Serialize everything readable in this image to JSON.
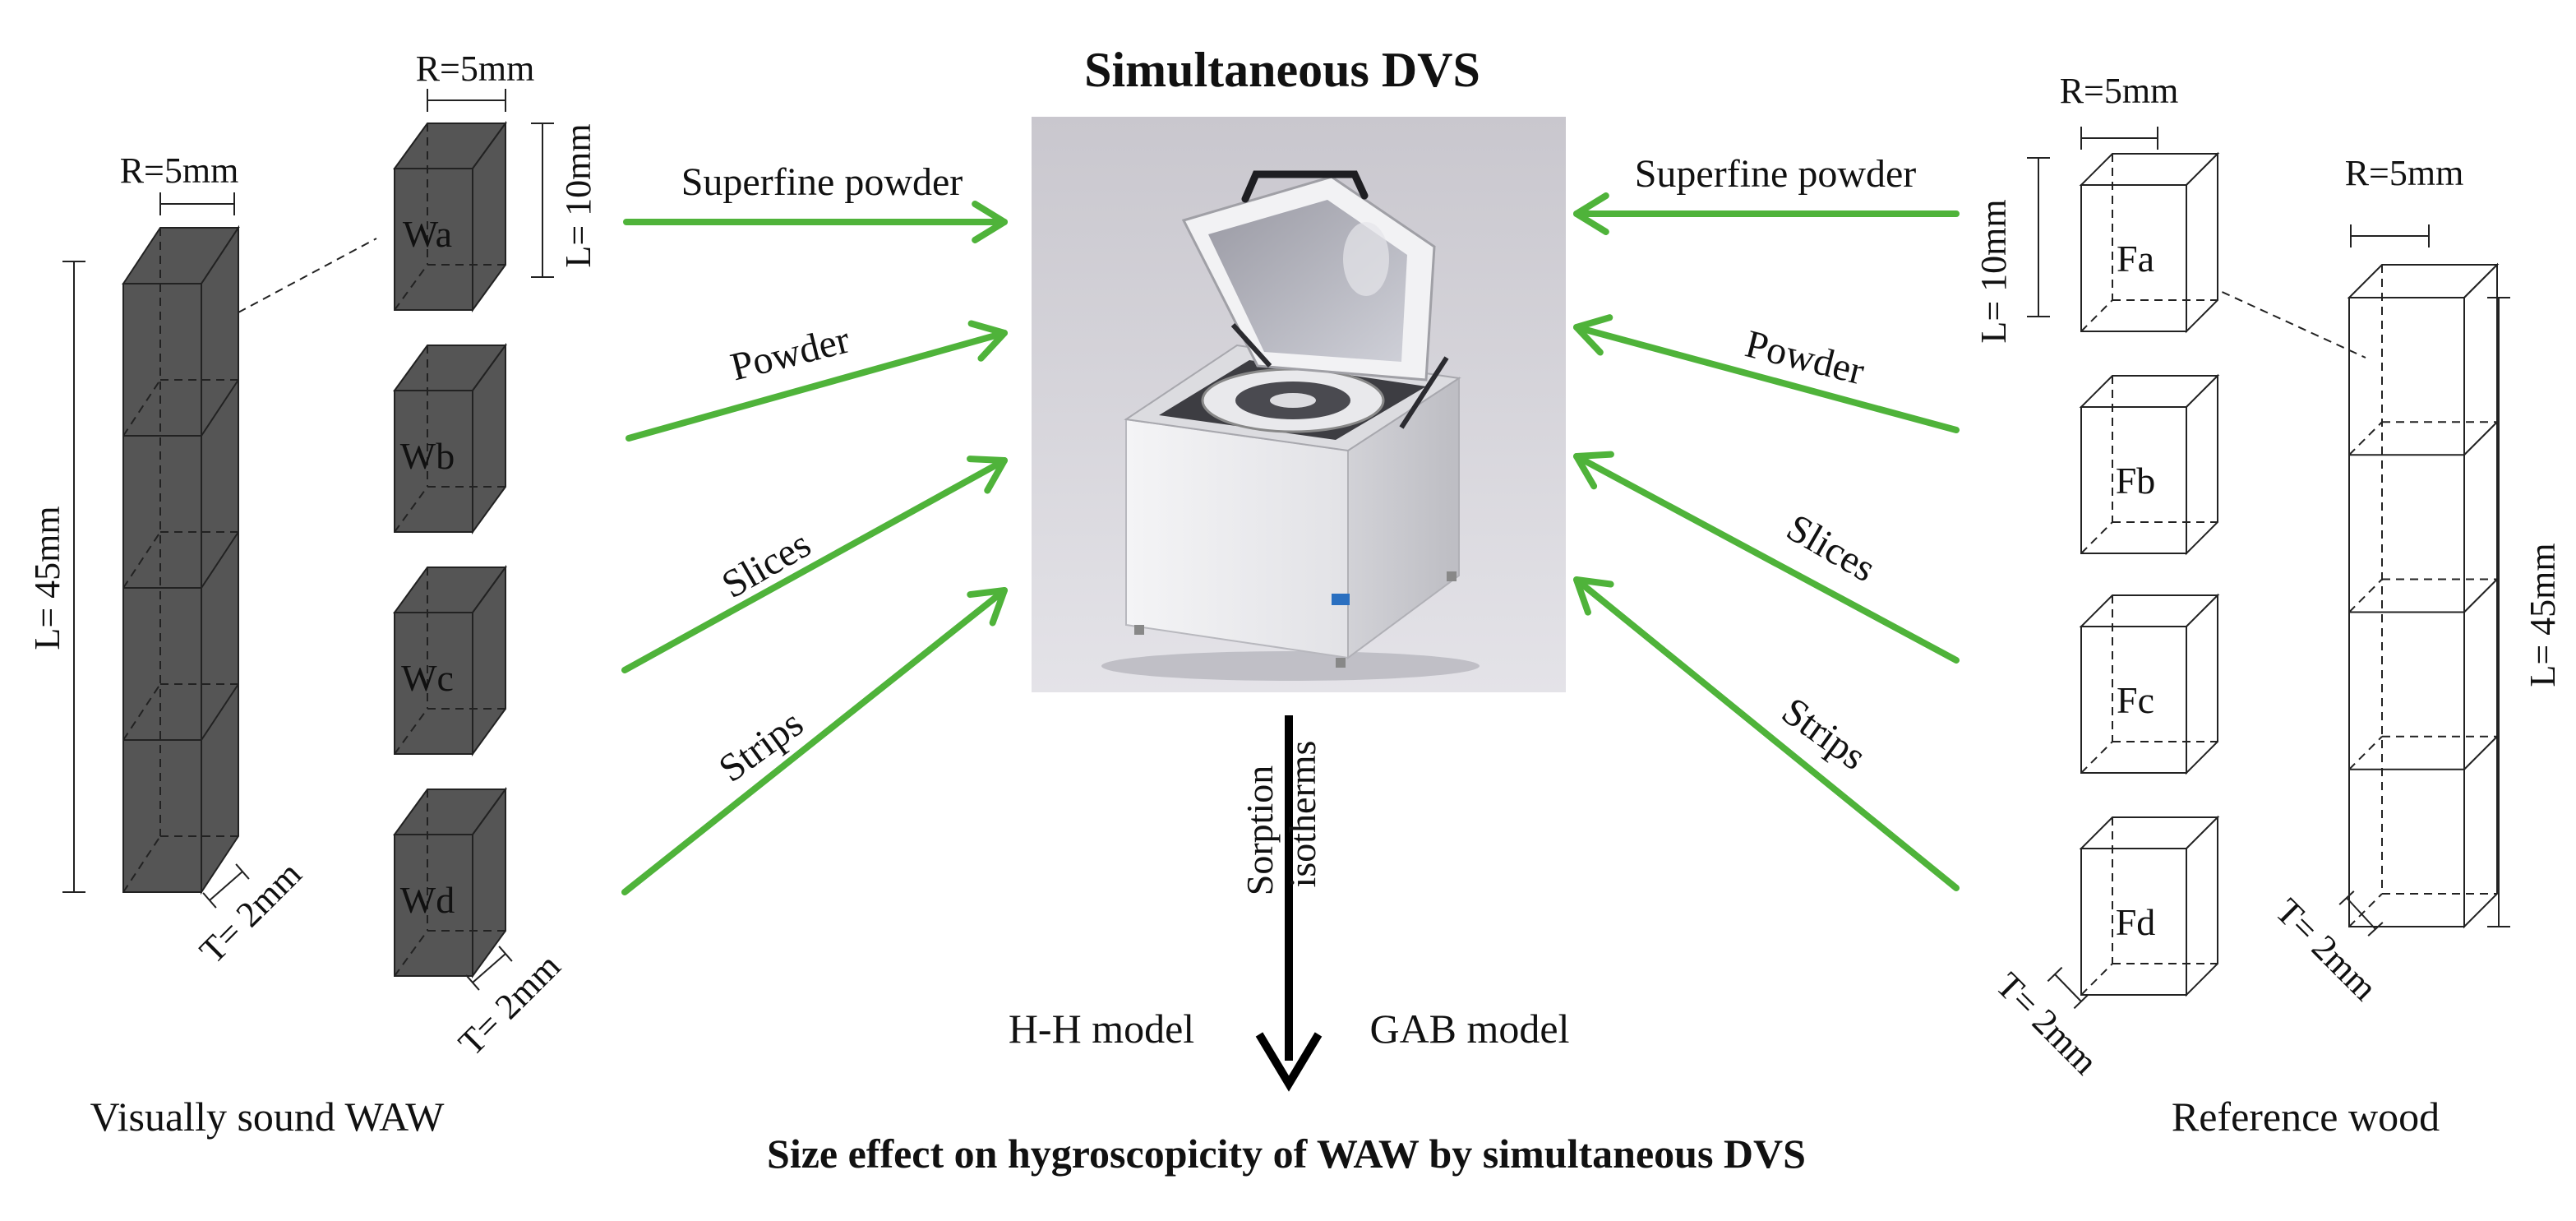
{
  "title": "Simultaneous DVS",
  "caption": "Size effect on hygroscopicity of WAW by simultaneous DVS",
  "left": {
    "group_label": "Visually sound WAW",
    "big_block": {
      "width_label": "R=5mm",
      "length_label": "L= 45mm",
      "thickness_label": "T= 2mm"
    },
    "small_width_label": "R=5mm",
    "small_length_label": "L= 10mm",
    "small_thickness_label": "T= 2mm",
    "specimens": [
      "Wa",
      "Wb",
      "Wc",
      "Wd"
    ]
  },
  "right": {
    "group_label": "Reference wood",
    "big_block": {
      "width_label": "R=5mm",
      "length_label": "L= 45mm",
      "thickness_label": "T= 2mm"
    },
    "small_width_label": "R=5mm",
    "small_length_label": "L= 10mm",
    "small_thickness_label": "T= 2mm",
    "specimens": [
      "Fa",
      "Fb",
      "Fc",
      "Fd"
    ]
  },
  "arrow_labels": [
    "Superfine powder",
    "Powder",
    "Slices",
    "Strips"
  ],
  "output": {
    "label_line1": "Sorption",
    "label_line2": "isotherms",
    "model_left": "H-H model",
    "model_right": "GAB model"
  },
  "colors": {
    "arrow": "#4fb33a",
    "waw_fill": "#555555",
    "ref_fill": "#ffffff",
    "edge": "#222222",
    "output_arrow": "#000000"
  }
}
